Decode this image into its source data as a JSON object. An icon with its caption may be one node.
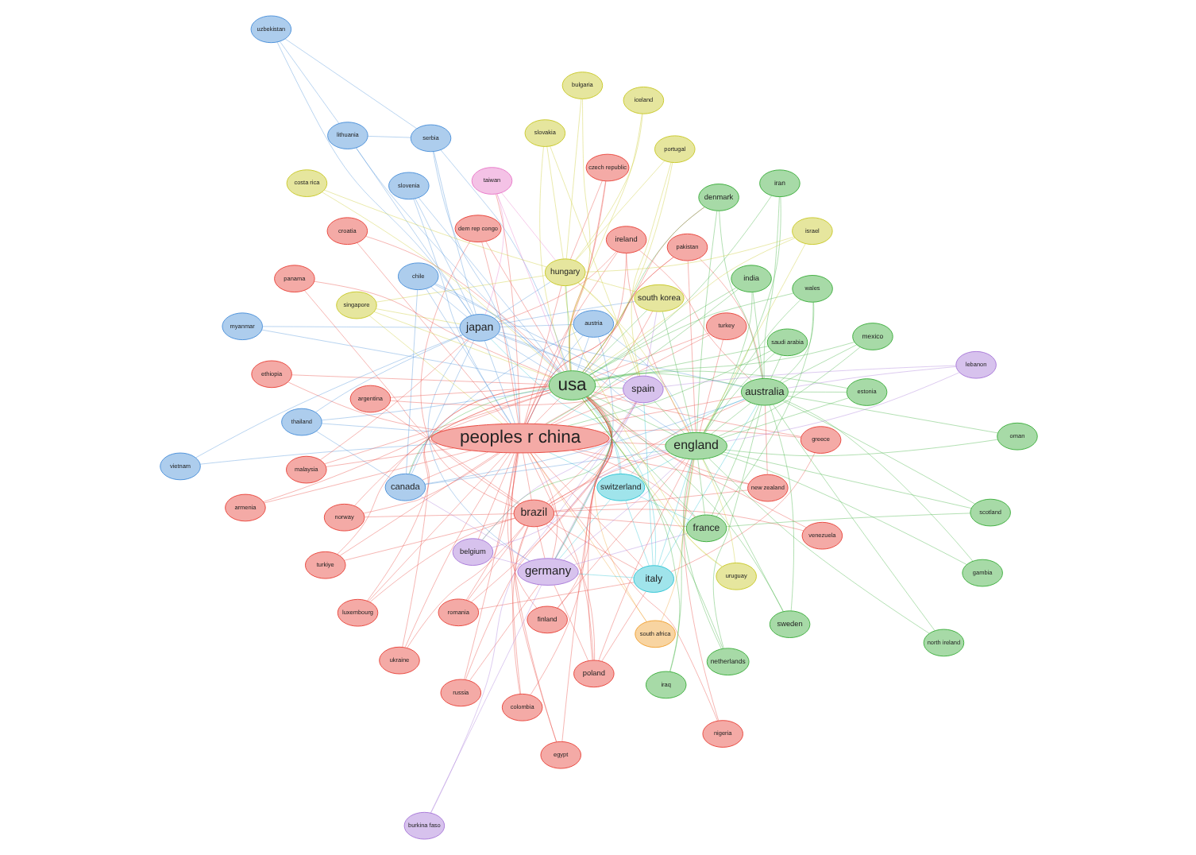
{
  "diagram": {
    "nodes": [
      {
        "text": [
          "vietnam"
        ]
      },
      {
        "text": [
          "new zealand"
        ]
      },
      {
        "text": [
          "myanmar"
        ]
      },
      {
        "text": [
          "austria"
        ]
      },
      {
        "text": [
          "ukraine"
        ]
      },
      {
        "text": [
          "thailand"
        ]
      },
      {
        "text": [
          "nigeria"
        ]
      },
      {
        "text": [
          "venezuela"
        ]
      },
      {
        "text": [
          "turkiye"
        ]
      },
      {
        "text": [
          "south africa"
        ]
      },
      {
        "text": [
          "malaysia"
        ]
      },
      {
        "text": [
          "ethiopia"
        ]
      },
      {
        "text": [
          "egypt"
        ]
      },
      {
        "text": [
          "greece"
        ]
      },
      {
        "text": [
          "pakistan"
        ]
      },
      {
        "text": [
          "luxembourg"
        ]
      },
      {
        "text": [
          "switzerland"
        ]
      },
      {
        "text": [
          "chile"
        ]
      },
      {
        "text": [
          "croatia"
        ]
      },
      {
        "text": [
          "lithuania"
        ]
      },
      {
        "text": [
          "armenia"
        ]
      },
      {
        "text": [
          "poland"
        ]
      },
      {
        "text": [
          "ireland"
        ]
      },
      {
        "text": [
          "turkey"
        ]
      },
      {
        "text": [
          "dem rep congo"
        ]
      },
      {
        "text": [
          "romania"
        ]
      },
      {
        "text": [
          "serbia"
        ]
      },
      {
        "text": [
          "uzbekistan"
        ]
      },
      {
        "text": [
          "norway"
        ]
      },
      {
        "text": [
          "russia"
        ]
      },
      {
        "text": [
          "japan"
        ]
      },
      {
        "text": [
          "colombia"
        ]
      },
      {
        "text": [
          "brazil"
        ]
      },
      {
        "text": [
          "peoples r china"
        ]
      },
      {
        "text": [
          "iran"
        ]
      },
      {
        "text": [
          "italy"
        ]
      },
      {
        "text": [
          "singapore"
        ]
      },
      {
        "text": [
          "india"
        ]
      },
      {
        "text": [
          "panama"
        ]
      },
      {
        "text": [
          "finland"
        ]
      },
      {
        "text": [
          "slovenia"
        ]
      },
      {
        "text": [
          "slovakia"
        ]
      },
      {
        "text": [
          "argentina"
        ]
      },
      {
        "text": [
          "usa"
        ]
      },
      {
        "text": [
          "germany"
        ]
      },
      {
        "text": [
          "netherlands"
        ]
      },
      {
        "text": [
          "czech republic"
        ]
      },
      {
        "text": [
          "portugal"
        ]
      },
      {
        "text": [
          "mexico"
        ]
      },
      {
        "text": [
          "estonia"
        ]
      },
      {
        "text": [
          "canada"
        ]
      },
      {
        "text": [
          "saudi arabia"
        ]
      },
      {
        "text": [
          "denmark"
        ]
      },
      {
        "text": [
          "bulgaria"
        ]
      },
      {
        "text": [
          "taiwan"
        ]
      },
      {
        "text": [
          "australia"
        ]
      },
      {
        "text": [
          "sweden"
        ]
      },
      {
        "text": [
          "belgium"
        ]
      },
      {
        "text": [
          "israel"
        ]
      },
      {
        "text": [
          "hungary"
        ]
      },
      {
        "text": [
          "france"
        ]
      },
      {
        "text": [
          "england"
        ]
      },
      {
        "text": [
          "gambia"
        ]
      },
      {
        "text": [
          "oman"
        ]
      },
      {
        "text": [
          "spain"
        ]
      },
      {
        "text": [
          "north ireland"
        ]
      },
      {
        "text": [
          "iceland"
        ]
      },
      {
        "text": [
          "south korea"
        ]
      },
      {
        "text": [
          "scotland"
        ]
      },
      {
        "text": [
          "iraq"
        ]
      },
      {
        "text": [
          "uruguay"
        ]
      },
      {
        "text": [
          "lebanon"
        ]
      },
      {
        "text": [
          "wales"
        ]
      },
      {
        "text": [
          "costa rica"
        ]
      },
      {
        "text": [
          "burkina faso"
        ]
      }
    ],
    "edges": [
      {
        "from": 0,
        "to": 33,
        "arrow": "none",
        "color": "#4a90d9"
      },
      {
        "from": 0,
        "to": 30,
        "arrow": "none",
        "color": "#4a90d9"
      },
      {
        "from": 1,
        "to": 33,
        "arrow": "none",
        "color": "#e8443a"
      },
      {
        "from": 1,
        "to": 43,
        "arrow": "none",
        "color": "#e8443a"
      },
      {
        "from": 1,
        "to": 55,
        "arrow": "none",
        "color": "#e8443a"
      },
      {
        "from": 1,
        "to": 32,
        "arrow": "none",
        "color": "#e8443a"
      },
      {
        "from": 2,
        "to": 30,
        "arrow": "none",
        "color": "#4a90d9"
      },
      {
        "from": 2,
        "to": 43,
        "arrow": "none",
        "color": "#4a90d9"
      },
      {
        "from": 3,
        "to": 33,
        "arrow": "none",
        "color": "#4a90d9"
      },
      {
        "from": 3,
        "to": 30,
        "arrow": "none",
        "color": "#4a90d9"
      },
      {
        "from": 3,
        "to": 43,
        "arrow": "none",
        "color": "#4a90d9"
      },
      {
        "from": 3,
        "to": 50,
        "arrow": "none",
        "color": "#4a90d9"
      },
      {
        "from": 3,
        "to": 61,
        "arrow": "none",
        "color": "#4a90d9"
      },
      {
        "from": 3,
        "to": 44,
        "arrow": "none",
        "color": "#4a90d9"
      },
      {
        "from": 4,
        "to": 33,
        "arrow": "none",
        "color": "#e8443a"
      },
      {
        "from": 4,
        "to": 32,
        "arrow": "none",
        "color": "#e8443a"
      },
      {
        "from": 4,
        "to": 43,
        "arrow": "none",
        "color": "#e8443a"
      },
      {
        "from": 5,
        "to": 30,
        "arrow": "none",
        "color": "#4a90d9"
      },
      {
        "from": 5,
        "to": 33,
        "arrow": "none",
        "color": "#4a90d9"
      },
      {
        "from": 5,
        "to": 43,
        "arrow": "none",
        "color": "#4a90d9"
      },
      {
        "from": 5,
        "to": 50,
        "arrow": "none",
        "color": "#4a90d9"
      },
      {
        "from": 6,
        "to": 33,
        "arrow": "none",
        "color": "#e8443a"
      },
      {
        "from": 6,
        "to": 61,
        "arrow": "none",
        "color": "#e8443a"
      },
      {
        "from": 7,
        "to": 32,
        "arrow": "none",
        "color": "#e8443a"
      },
      {
        "from": 7,
        "to": 43,
        "arrow": "none",
        "color": "#e8443a"
      },
      {
        "from": 8,
        "to": 33,
        "arrow": "none",
        "color": "#e8443a"
      },
      {
        "from": 8,
        "to": 32,
        "arrow": "none",
        "color": "#e8443a"
      },
      {
        "from": 8,
        "to": 43,
        "arrow": "none",
        "color": "#e8443a"
      },
      {
        "from": 9,
        "to": 33,
        "arrow": "none",
        "color": "#f0a030"
      },
      {
        "from": 9,
        "to": 43,
        "arrow": "none",
        "color": "#f0a030"
      },
      {
        "from": 9,
        "to": 61,
        "arrow": "none",
        "color": "#f0a030"
      },
      {
        "from": 10,
        "to": 33,
        "arrow": "none",
        "color": "#e8443a"
      },
      {
        "from": 10,
        "to": 30,
        "arrow": "none",
        "color": "#e8443a"
      },
      {
        "from": 10,
        "to": 43,
        "arrow": "none",
        "color": "#e8443a"
      },
      {
        "from": 11,
        "to": 33,
        "arrow": "none",
        "color": "#e8443a"
      },
      {
        "from": 11,
        "to": 43,
        "arrow": "none",
        "color": "#e8443a"
      },
      {
        "from": 12,
        "to": 33,
        "arrow": "none",
        "color": "#e8443a"
      },
      {
        "from": 12,
        "to": 32,
        "arrow": "none",
        "color": "#e8443a"
      },
      {
        "from": 12,
        "to": 43,
        "arrow": "none",
        "color": "#e8443a"
      },
      {
        "from": 13,
        "to": 33,
        "arrow": "none",
        "color": "#e8443a"
      },
      {
        "from": 13,
        "to": 43,
        "arrow": "none",
        "color": "#e8443a"
      },
      {
        "from": 13,
        "to": 35,
        "arrow": "none",
        "color": "#e8443a"
      },
      {
        "from": 14,
        "to": 33,
        "arrow": "none",
        "color": "#e8443a"
      },
      {
        "from": 14,
        "to": 43,
        "arrow": "none",
        "color": "#e8443a"
      },
      {
        "from": 14,
        "to": 61,
        "arrow": "none",
        "color": "#e8443a"
      },
      {
        "from": 14,
        "to": 55,
        "arrow": "none",
        "color": "#e8443a"
      },
      {
        "from": 15,
        "to": 33,
        "arrow": "none",
        "color": "#e8443a"
      },
      {
        "from": 15,
        "to": 32,
        "arrow": "none",
        "color": "#e8443a"
      },
      {
        "from": 15,
        "to": 43,
        "arrow": "none",
        "color": "#e8443a"
      },
      {
        "from": 16,
        "to": 33,
        "arrow": "none",
        "color": "#2cc4d4"
      },
      {
        "from": 16,
        "to": 43,
        "arrow": "none",
        "color": "#2cc4d4"
      },
      {
        "from": 16,
        "to": 35,
        "arrow": "none",
        "color": "#2cc4d4"
      },
      {
        "from": 16,
        "to": 61,
        "arrow": "none",
        "color": "#2cc4d4"
      },
      {
        "from": 16,
        "to": 44,
        "arrow": "none",
        "color": "#2cc4d4"
      },
      {
        "from": 16,
        "to": 30,
        "arrow": "none",
        "color": "#2cc4d4"
      },
      {
        "from": 16,
        "to": 55,
        "arrow": "none",
        "color": "#2cc4d4"
      },
      {
        "from": 16,
        "to": 60,
        "arrow": "none",
        "color": "#2cc4d4"
      },
      {
        "from": 17,
        "to": 30,
        "arrow": "none",
        "color": "#4a90d9"
      },
      {
        "from": 17,
        "to": 33,
        "arrow": "none",
        "color": "#4a90d9"
      },
      {
        "from": 17,
        "to": 43,
        "arrow": "none",
        "color": "#4a90d9"
      },
      {
        "from": 17,
        "to": 64,
        "arrow": "none",
        "color": "#4a90d9"
      },
      {
        "from": 17,
        "to": 50,
        "arrow": "none",
        "color": "#4a90d9"
      },
      {
        "from": 18,
        "to": 33,
        "arrow": "none",
        "color": "#e8443a"
      },
      {
        "from": 18,
        "to": 43,
        "arrow": "none",
        "color": "#e8443a"
      },
      {
        "from": 19,
        "to": 30,
        "arrow": "none",
        "color": "#4a90d9"
      },
      {
        "from": 19,
        "to": 26,
        "arrow": "none",
        "color": "#4a90d9"
      },
      {
        "from": 19,
        "to": 43,
        "arrow": "none",
        "color": "#4a90d9"
      },
      {
        "from": 19,
        "to": 27,
        "arrow": "none",
        "color": "#4a90d9"
      },
      {
        "from": 20,
        "to": 33,
        "arrow": "none",
        "color": "#e8443a"
      },
      {
        "from": 20,
        "to": 43,
        "arrow": "none",
        "color": "#e8443a"
      },
      {
        "from": 21,
        "to": 33,
        "arrow": "none",
        "color": "#e8443a"
      },
      {
        "from": 21,
        "to": 43,
        "arrow": "none",
        "color": "#e8443a"
      },
      {
        "from": 21,
        "to": 61,
        "arrow": "none",
        "color": "#e8443a"
      },
      {
        "from": 21,
        "to": 44,
        "arrow": "none",
        "color": "#e8443a"
      },
      {
        "from": 21,
        "to": 32,
        "arrow": "none",
        "color": "#e8443a"
      },
      {
        "from": 21,
        "to": 35,
        "arrow": "none",
        "color": "#e8443a"
      },
      {
        "from": 22,
        "to": 33,
        "arrow": "none",
        "color": "#e8443a"
      },
      {
        "from": 22,
        "to": 43,
        "arrow": "none",
        "color": "#e8443a"
      },
      {
        "from": 22,
        "to": 61,
        "arrow": "none",
        "color": "#e8443a"
      },
      {
        "from": 22,
        "to": 30,
        "arrow": "none",
        "color": "#e8443a"
      },
      {
        "from": 22,
        "to": 55,
        "arrow": "none",
        "color": "#e8443a"
      },
      {
        "from": 23,
        "to": 33,
        "arrow": "none",
        "color": "#e8443a"
      },
      {
        "from": 23,
        "to": 43,
        "arrow": "none",
        "color": "#e8443a"
      },
      {
        "from": 23,
        "to": 61,
        "arrow": "none",
        "color": "#e8443a"
      },
      {
        "from": 24,
        "to": 33,
        "arrow": "none",
        "color": "#e8443a"
      },
      {
        "from": 24,
        "to": 32,
        "arrow": "none",
        "color": "#e8443a"
      },
      {
        "from": 24,
        "to": 43,
        "arrow": "none",
        "color": "#e8443a"
      },
      {
        "from": 25,
        "to": 33,
        "arrow": "none",
        "color": "#e8443a"
      },
      {
        "from": 25,
        "to": 32,
        "arrow": "none",
        "color": "#e8443a"
      },
      {
        "from": 25,
        "to": 43,
        "arrow": "none",
        "color": "#e8443a"
      },
      {
        "from": 25,
        "to": 35,
        "arrow": "none",
        "color": "#e8443a"
      },
      {
        "from": 26,
        "to": 30,
        "arrow": "none",
        "color": "#4a90d9"
      },
      {
        "from": 26,
        "to": 43,
        "arrow": "none",
        "color": "#4a90d9"
      },
      {
        "from": 26,
        "to": 33,
        "arrow": "none",
        "color": "#4a90d9"
      },
      {
        "from": 26,
        "to": 27,
        "arrow": "none",
        "color": "#4a90d9"
      },
      {
        "from": 27,
        "to": 30,
        "arrow": "none",
        "color": "#4a90d9"
      },
      {
        "from": 28,
        "to": 33,
        "arrow": "none",
        "color": "#e8443a"
      },
      {
        "from": 28,
        "to": 43,
        "arrow": "none",
        "color": "#e8443a"
      },
      {
        "from": 28,
        "to": 32,
        "arrow": "none",
        "color": "#e8443a"
      },
      {
        "from": 29,
        "to": 33,
        "arrow": "none",
        "color": "#e8443a"
      },
      {
        "from": 29,
        "to": 43,
        "arrow": "none",
        "color": "#e8443a"
      },
      {
        "from": 29,
        "to": 44,
        "arrow": "none",
        "color": "#e8443a"
      },
      {
        "from": 30,
        "to": 33,
        "arrow": "none",
        "color": "#4a90d9"
      },
      {
        "from": 30,
        "to": 43,
        "arrow": "none",
        "color": "#4a90d9"
      },
      {
        "from": 30,
        "to": 61,
        "arrow": "none",
        "color": "#4a90d9"
      },
      {
        "from": 30,
        "to": 44,
        "arrow": "none",
        "color": "#4a90d9"
      },
      {
        "from": 30,
        "to": 50,
        "arrow": "none",
        "color": "#4a90d9"
      },
      {
        "from": 30,
        "to": 55,
        "arrow": "none",
        "color": "#4a90d9"
      },
      {
        "from": 30,
        "to": 59,
        "arrow": "none",
        "color": "#4a90d9"
      },
      {
        "from": 30,
        "to": 64,
        "arrow": "none",
        "color": "#4a90d9"
      },
      {
        "from": 30,
        "to": 67,
        "arrow": "none",
        "color": "#4a90d9"
      },
      {
        "from": 31,
        "to": 32,
        "arrow": "none",
        "color": "#e8443a"
      },
      {
        "from": 31,
        "to": 33,
        "arrow": "none",
        "color": "#e8443a"
      },
      {
        "from": 31,
        "to": 43,
        "arrow": "none",
        "color": "#e8443a"
      },
      {
        "from": 32,
        "to": 33,
        "arrow": "none",
        "color": "#e8443a"
      },
      {
        "from": 32,
        "to": 43,
        "arrow": "none",
        "color": "#e8443a"
      },
      {
        "from": 32,
        "to": 61,
        "arrow": "none",
        "color": "#e8443a"
      },
      {
        "from": 32,
        "to": 44,
        "arrow": "none",
        "color": "#e8443a"
      },
      {
        "from": 32,
        "to": 55,
        "arrow": "none",
        "color": "#e8443a"
      },
      {
        "from": 32,
        "to": 35,
        "arrow": "none",
        "color": "#e8443a"
      },
      {
        "from": 32,
        "to": 60,
        "arrow": "none",
        "color": "#e8443a"
      },
      {
        "from": 32,
        "to": 64,
        "arrow": "none",
        "color": "#e8443a"
      },
      {
        "from": 33,
        "to": 43,
        "arrow": "none",
        "color": "#e8443a"
      },
      {
        "from": 33,
        "to": 61,
        "arrow": "none",
        "color": "#e8443a"
      },
      {
        "from": 33,
        "to": 44,
        "arrow": "none",
        "color": "#e8443a"
      },
      {
        "from": 33,
        "to": 55,
        "arrow": "none",
        "color": "#e8443a"
      },
      {
        "from": 33,
        "to": 35,
        "arrow": "none",
        "color": "#e8443a"
      },
      {
        "from": 33,
        "to": 50,
        "arrow": "none",
        "color": "#e8443a"
      },
      {
        "from": 33,
        "to": 60,
        "arrow": "none",
        "color": "#e8443a"
      },
      {
        "from": 33,
        "to": 64,
        "arrow": "none",
        "color": "#e8443a"
      },
      {
        "from": 33,
        "to": 67,
        "arrow": "none",
        "color": "#e8443a"
      },
      {
        "from": 33,
        "to": 59,
        "arrow": "none",
        "color": "#e8443a"
      },
      {
        "from": 33,
        "to": 54,
        "arrow": "none",
        "color": "#e8443a"
      },
      {
        "from": 33,
        "to": 52,
        "arrow": "none",
        "color": "#e8443a"
      },
      {
        "from": 33,
        "to": 57,
        "arrow": "none",
        "color": "#e8443a"
      },
      {
        "from": 34,
        "to": 43,
        "arrow": "none",
        "color": "#3cae3c"
      },
      {
        "from": 34,
        "to": 55,
        "arrow": "none",
        "color": "#3cae3c"
      },
      {
        "from": 34,
        "to": 61,
        "arrow": "none",
        "color": "#3cae3c"
      },
      {
        "from": 35,
        "to": 43,
        "arrow": "none",
        "color": "#2cc4d4"
      },
      {
        "from": 35,
        "to": 61,
        "arrow": "none",
        "color": "#2cc4d4"
      },
      {
        "from": 35,
        "to": 44,
        "arrow": "none",
        "color": "#2cc4d4"
      },
      {
        "from": 35,
        "to": 64,
        "arrow": "none",
        "color": "#2cc4d4"
      },
      {
        "from": 35,
        "to": 55,
        "arrow": "none",
        "color": "#2cc4d4"
      },
      {
        "from": 36,
        "to": 30,
        "arrow": "none",
        "color": "#c8c828"
      },
      {
        "from": 36,
        "to": 43,
        "arrow": "none",
        "color": "#c8c828"
      },
      {
        "from": 36,
        "to": 59,
        "arrow": "none",
        "color": "#c8c828"
      },
      {
        "from": 36,
        "to": 33,
        "arrow": "none",
        "color": "#c8c828"
      },
      {
        "from": 37,
        "to": 43,
        "arrow": "none",
        "color": "#3cae3c"
      },
      {
        "from": 37,
        "to": 55,
        "arrow": "none",
        "color": "#3cae3c"
      },
      {
        "from": 37,
        "to": 61,
        "arrow": "none",
        "color": "#3cae3c"
      },
      {
        "from": 37,
        "to": 33,
        "arrow": "none",
        "color": "#3cae3c"
      },
      {
        "from": 38,
        "to": 32,
        "arrow": "none",
        "color": "#e8443a"
      },
      {
        "from": 38,
        "to": 43,
        "arrow": "none",
        "color": "#e8443a"
      },
      {
        "from": 39,
        "to": 43,
        "arrow": "none",
        "color": "#e8443a"
      },
      {
        "from": 39,
        "to": 61,
        "arrow": "none",
        "color": "#e8443a"
      },
      {
        "from": 39,
        "to": 33,
        "arrow": "none",
        "color": "#e8443a"
      },
      {
        "from": 40,
        "to": 30,
        "arrow": "none",
        "color": "#4a90d9"
      },
      {
        "from": 40,
        "to": 33,
        "arrow": "none",
        "color": "#4a90d9"
      },
      {
        "from": 40,
        "to": 43,
        "arrow": "none",
        "color": "#4a90d9"
      },
      {
        "from": 41,
        "to": 59,
        "arrow": "none",
        "color": "#c8c828"
      },
      {
        "from": 41,
        "to": 43,
        "arrow": "none",
        "color": "#c8c828"
      },
      {
        "from": 41,
        "to": 64,
        "arrow": "none",
        "color": "#c8c828"
      },
      {
        "from": 42,
        "to": 43,
        "arrow": "none",
        "color": "#e8443a"
      },
      {
        "from": 42,
        "to": 32,
        "arrow": "none",
        "color": "#e8443a"
      },
      {
        "from": 42,
        "to": 64,
        "arrow": "none",
        "color": "#e8443a"
      },
      {
        "from": 43,
        "to": 61,
        "arrow": "none",
        "color": "#3cae3c"
      },
      {
        "from": 43,
        "to": 44,
        "arrow": "none",
        "color": "#3cae3c"
      },
      {
        "from": 43,
        "to": 55,
        "arrow": "none",
        "color": "#3cae3c"
      },
      {
        "from": 43,
        "to": 60,
        "arrow": "none",
        "color": "#3cae3c"
      },
      {
        "from": 43,
        "to": 50,
        "arrow": "none",
        "color": "#3cae3c"
      },
      {
        "from": 43,
        "to": 64,
        "arrow": "none",
        "color": "#3cae3c"
      },
      {
        "from": 43,
        "to": 52,
        "arrow": "none",
        "color": "#3cae3c"
      },
      {
        "from": 43,
        "to": 45,
        "arrow": "none",
        "color": "#3cae3c"
      },
      {
        "from": 43,
        "to": 56,
        "arrow": "none",
        "color": "#3cae3c"
      },
      {
        "from": 43,
        "to": 57,
        "arrow": "none",
        "color": "#3cae3c"
      },
      {
        "from": 43,
        "to": 67,
        "arrow": "none",
        "color": "#3cae3c"
      },
      {
        "from": 43,
        "to": 59,
        "arrow": "none",
        "color": "#3cae3c"
      },
      {
        "from": 44,
        "to": 61,
        "arrow": "none",
        "color": "#a878d8"
      },
      {
        "from": 44,
        "to": 64,
        "arrow": "none",
        "color": "#a878d8"
      },
      {
        "from": 44,
        "to": 57,
        "arrow": "none",
        "color": "#a878d8"
      },
      {
        "from": 44,
        "to": 60,
        "arrow": "none",
        "color": "#a878d8"
      },
      {
        "from": 44,
        "to": 50,
        "arrow": "none",
        "color": "#a878d8"
      },
      {
        "from": 45,
        "to": 61,
        "arrow": "none",
        "color": "#3cae3c"
      },
      {
        "from": 45,
        "to": 55,
        "arrow": "none",
        "color": "#3cae3c"
      },
      {
        "from": 46,
        "to": 33,
        "arrow": "none",
        "color": "#e8443a"
      },
      {
        "from": 46,
        "to": 43,
        "arrow": "none",
        "color": "#e8443a"
      },
      {
        "from": 46,
        "to": 59,
        "arrow": "none",
        "color": "#e8443a"
      },
      {
        "from": 47,
        "to": 59,
        "arrow": "none",
        "color": "#c8c828"
      },
      {
        "from": 47,
        "to": 43,
        "arrow": "none",
        "color": "#c8c828"
      },
      {
        "from": 47,
        "to": 64,
        "arrow": "none",
        "color": "#c8c828"
      },
      {
        "from": 48,
        "to": 43,
        "arrow": "none",
        "color": "#3cae3c"
      },
      {
        "from": 48,
        "to": 61,
        "arrow": "none",
        "color": "#3cae3c"
      },
      {
        "from": 48,
        "to": 55,
        "arrow": "none",
        "color": "#3cae3c"
      },
      {
        "from": 49,
        "to": 55,
        "arrow": "none",
        "color": "#3cae3c"
      },
      {
        "from": 49,
        "to": 43,
        "arrow": "none",
        "color": "#3cae3c"
      },
      {
        "from": 49,
        "to": 61,
        "arrow": "none",
        "color": "#3cae3c"
      },
      {
        "from": 50,
        "to": 61,
        "arrow": "none",
        "color": "#4a90d9"
      },
      {
        "from": 50,
        "to": 55,
        "arrow": "none",
        "color": "#4a90d9"
      },
      {
        "from": 51,
        "to": 55,
        "arrow": "none",
        "color": "#3cae3c"
      },
      {
        "from": 51,
        "to": 43,
        "arrow": "none",
        "color": "#3cae3c"
      },
      {
        "from": 51,
        "to": 61,
        "arrow": "none",
        "color": "#3cae3c"
      },
      {
        "from": 51,
        "to": 33,
        "arrow": "none",
        "color": "#3cae3c"
      },
      {
        "from": 52,
        "to": 61,
        "arrow": "none",
        "color": "#3cae3c"
      },
      {
        "from": 52,
        "to": 55,
        "arrow": "none",
        "color": "#3cae3c"
      },
      {
        "from": 53,
        "to": 59,
        "arrow": "none",
        "color": "#c8c828"
      },
      {
        "from": 53,
        "to": 43,
        "arrow": "none",
        "color": "#c8c828"
      },
      {
        "from": 54,
        "to": 43,
        "arrow": "none",
        "color": "#e878c8"
      },
      {
        "from": 54,
        "to": 30,
        "arrow": "none",
        "color": "#e878c8"
      },
      {
        "from": 54,
        "to": 59,
        "arrow": "none",
        "color": "#e878c8"
      },
      {
        "from": 55,
        "to": 61,
        "arrow": "none",
        "color": "#3cae3c"
      },
      {
        "from": 55,
        "to": 60,
        "arrow": "none",
        "color": "#3cae3c"
      },
      {
        "from": 55,
        "to": 56,
        "arrow": "none",
        "color": "#3cae3c"
      },
      {
        "from": 56,
        "to": 61,
        "arrow": "none",
        "color": "#3cae3c"
      },
      {
        "from": 57,
        "to": 61,
        "arrow": "none",
        "color": "#a878d8"
      },
      {
        "from": 57,
        "to": 64,
        "arrow": "none",
        "color": "#a878d8"
      },
      {
        "from": 58,
        "to": 59,
        "arrow": "none",
        "color": "#c8c828"
      },
      {
        "from": 58,
        "to": 43,
        "arrow": "none",
        "color": "#c8c828"
      },
      {
        "from": 58,
        "to": 61,
        "arrow": "none",
        "color": "#c8c828"
      },
      {
        "from": 59,
        "to": 61,
        "arrow": "none",
        "color": "#c8c828"
      },
      {
        "from": 59,
        "to": 64,
        "arrow": "none",
        "color": "#c8c828"
      },
      {
        "from": 59,
        "to": 67,
        "arrow": "none",
        "color": "#c8c828"
      },
      {
        "from": 60,
        "to": 61,
        "arrow": "none",
        "color": "#3cae3c"
      },
      {
        "from": 61,
        "to": 64,
        "arrow": "none",
        "color": "#3cae3c"
      },
      {
        "from": 61,
        "to": 67,
        "arrow": "none",
        "color": "#3cae3c"
      },
      {
        "from": 62,
        "to": 55,
        "arrow": "none",
        "color": "#3cae3c"
      },
      {
        "from": 62,
        "to": 61,
        "arrow": "none",
        "color": "#3cae3c"
      },
      {
        "from": 63,
        "to": 55,
        "arrow": "none",
        "color": "#3cae3c"
      },
      {
        "from": 63,
        "to": 61,
        "arrow": "none",
        "color": "#3cae3c"
      },
      {
        "from": 64,
        "to": 67,
        "arrow": "none",
        "color": "#a878d8"
      },
      {
        "from": 65,
        "to": 55,
        "arrow": "none",
        "color": "#3cae3c"
      },
      {
        "from": 65,
        "to": 61,
        "arrow": "none",
        "color": "#3cae3c"
      },
      {
        "from": 66,
        "to": 59,
        "arrow": "none",
        "color": "#c8c828"
      },
      {
        "from": 66,
        "to": 43,
        "arrow": "none",
        "color": "#c8c828"
      },
      {
        "from": 68,
        "to": 61,
        "arrow": "none",
        "color": "#3cae3c"
      },
      {
        "from": 68,
        "to": 55,
        "arrow": "none",
        "color": "#3cae3c"
      },
      {
        "from": 68,
        "to": 60,
        "arrow": "none",
        "color": "#3cae3c"
      },
      {
        "from": 69,
        "to": 61,
        "arrow": "none",
        "color": "#3cae3c"
      },
      {
        "from": 69,
        "to": 43,
        "arrow": "none",
        "color": "#3cae3c"
      },
      {
        "from": 70,
        "to": 59,
        "arrow": "none",
        "color": "#c8c828"
      },
      {
        "from": 70,
        "to": 43,
        "arrow": "none",
        "color": "#c8c828"
      },
      {
        "from": 70,
        "to": 61,
        "arrow": "none",
        "color": "#c8c828"
      },
      {
        "from": 71,
        "to": 55,
        "arrow": "none",
        "color": "#a878d8"
      },
      {
        "from": 71,
        "to": 61,
        "arrow": "none",
        "color": "#a878d8"
      },
      {
        "from": 71,
        "to": 64,
        "arrow": "none",
        "color": "#a878d8"
      },
      {
        "from": 72,
        "to": 61,
        "arrow": "none",
        "color": "#3cae3c"
      },
      {
        "from": 72,
        "to": 60,
        "arrow": "none",
        "color": "#3cae3c"
      },
      {
        "from": 72,
        "to": 55,
        "arrow": "none",
        "color": "#3cae3c"
      },
      {
        "from": 72,
        "to": 43,
        "arrow": "none",
        "color": "#3cae3c"
      },
      {
        "from": 73,
        "to": 59,
        "arrow": "none",
        "color": "#c8c828"
      },
      {
        "from": 73,
        "to": 43,
        "arrow": "none",
        "color": "#c8c828"
      },
      {
        "from": 74,
        "to": 64,
        "arrow": "none",
        "color": "#a878d8"
      },
      {
        "from": 74,
        "to": 44,
        "arrow": "none",
        "color": "#a878d8"
      }
    ]
  }
}
